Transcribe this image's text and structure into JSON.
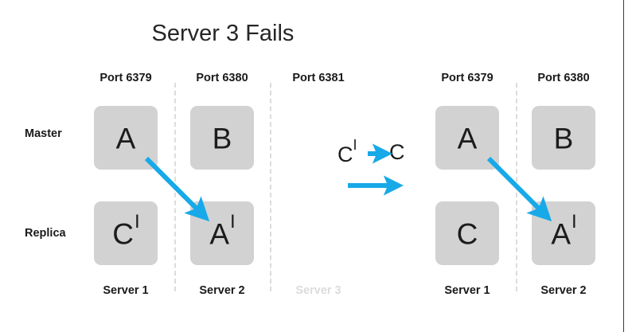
{
  "slide": {
    "title": "Server 3 Fails",
    "accent_color": "#17a9e8",
    "node_fill": "#d2d2d2",
    "text_color": "#1a1a1a",
    "faded_color": "#dcdcdc"
  },
  "row_labels": [
    {
      "label": "Master"
    },
    {
      "label": "Replica"
    }
  ],
  "left_panel": {
    "columns": [
      {
        "port": "Port 6379",
        "server": "Server 1",
        "faded": false,
        "master": {
          "letter": "A",
          "prime": ""
        },
        "replica": {
          "letter": "C",
          "prime": "I"
        }
      },
      {
        "port": "Port 6380",
        "server": "Server 2",
        "faded": false,
        "master": {
          "letter": "B",
          "prime": ""
        },
        "replica": {
          "letter": "A",
          "prime": "I"
        }
      },
      {
        "port": "Port 6381",
        "server": "Server 3",
        "faded": true,
        "master": {
          "letter": "",
          "prime": ""
        },
        "replica": {
          "letter": "",
          "prime": ""
        }
      }
    ]
  },
  "right_panel": {
    "columns": [
      {
        "port": "Port 6379",
        "server": "Server 1",
        "faded": false,
        "master": {
          "letter": "A",
          "prime": ""
        },
        "replica": {
          "letter": "C",
          "prime": ""
        }
      },
      {
        "port": "Port 6380",
        "server": "Server 2",
        "faded": false,
        "master": {
          "letter": "B",
          "prime": ""
        },
        "replica": {
          "letter": "A",
          "prime": "I"
        }
      }
    ]
  },
  "legend": {
    "row1_from": "C",
    "row1_from_prime": "I",
    "row1_to": "C",
    "row1_arrow": "arrow-right-icon",
    "row2_arrow": "arrow-right-icon"
  }
}
